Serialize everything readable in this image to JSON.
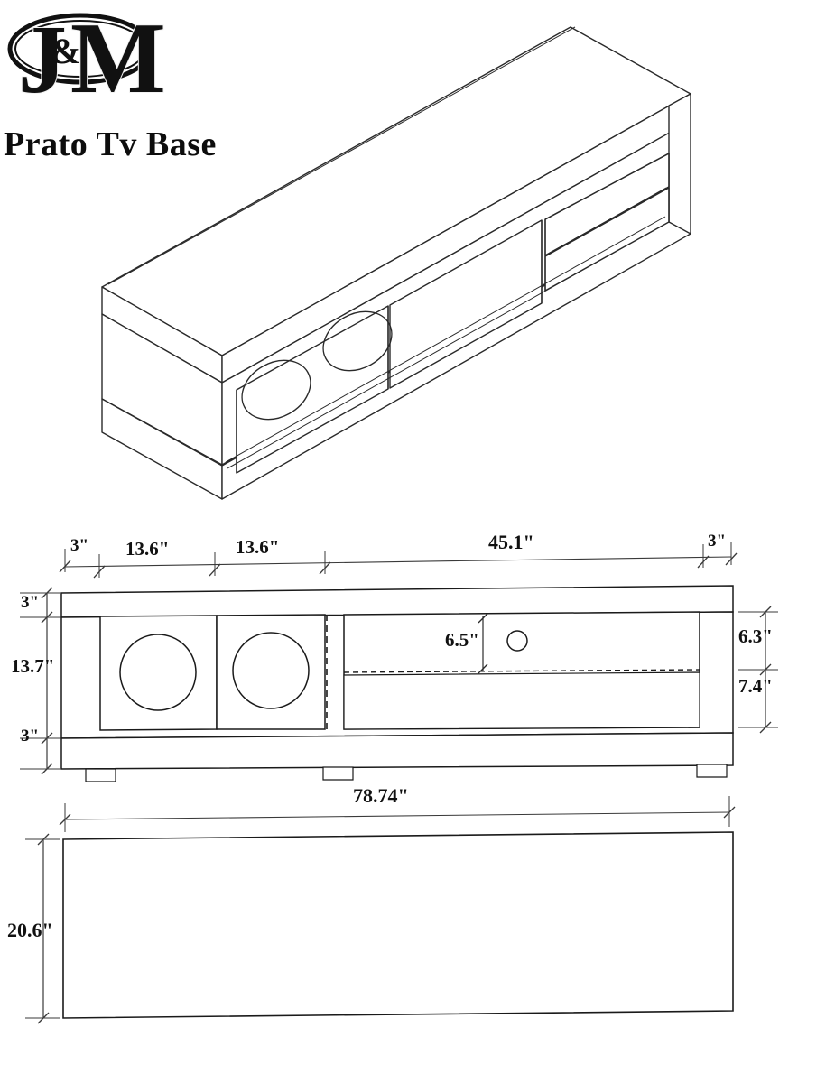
{
  "brand": {
    "logo_text": "J&M",
    "logo_letter_left": "J",
    "logo_letter_amp": "&",
    "logo_letter_right": "M",
    "product_title": "Prato Tv Base"
  },
  "views": {
    "isometric_label": "isometric-perspective-view",
    "front_label": "front-elevation-view",
    "plan_label": "top-plan-view"
  },
  "dimensions": {
    "front_top": [
      {
        "id": "left-overhang",
        "value": "3\""
      },
      {
        "id": "door-one-width",
        "value": "13.6\""
      },
      {
        "id": "door-two-width",
        "value": "13.6\""
      },
      {
        "id": "open-section-width",
        "value": "45.1\""
      },
      {
        "id": "right-overhang",
        "value": "3\""
      }
    ],
    "front_left": [
      {
        "id": "top-panel-thickness",
        "value": "3\""
      },
      {
        "id": "cabinet-body-height",
        "value": "13.7\""
      },
      {
        "id": "plinth-height",
        "value": "3\""
      }
    ],
    "front_right": [
      {
        "id": "upper-shelf-opening",
        "value": "6.3\""
      },
      {
        "id": "lower-drawer-height",
        "value": "7.4\""
      }
    ],
    "front_inner": [
      {
        "id": "shelf-clearance",
        "value": "6.5\""
      }
    ],
    "plan_top": {
      "id": "overall-width",
      "value": "78.74\""
    },
    "plan_left": {
      "id": "overall-depth",
      "value": "20.6\""
    }
  },
  "colors": {
    "line": "#1a1a1a",
    "thin_line": "#3a3a3a",
    "paper": "#ffffff",
    "text": "#0d0d0d"
  },
  "features": {
    "door_handle_circles": 2,
    "cable_hole_circles": 1,
    "feet_count": 3
  }
}
